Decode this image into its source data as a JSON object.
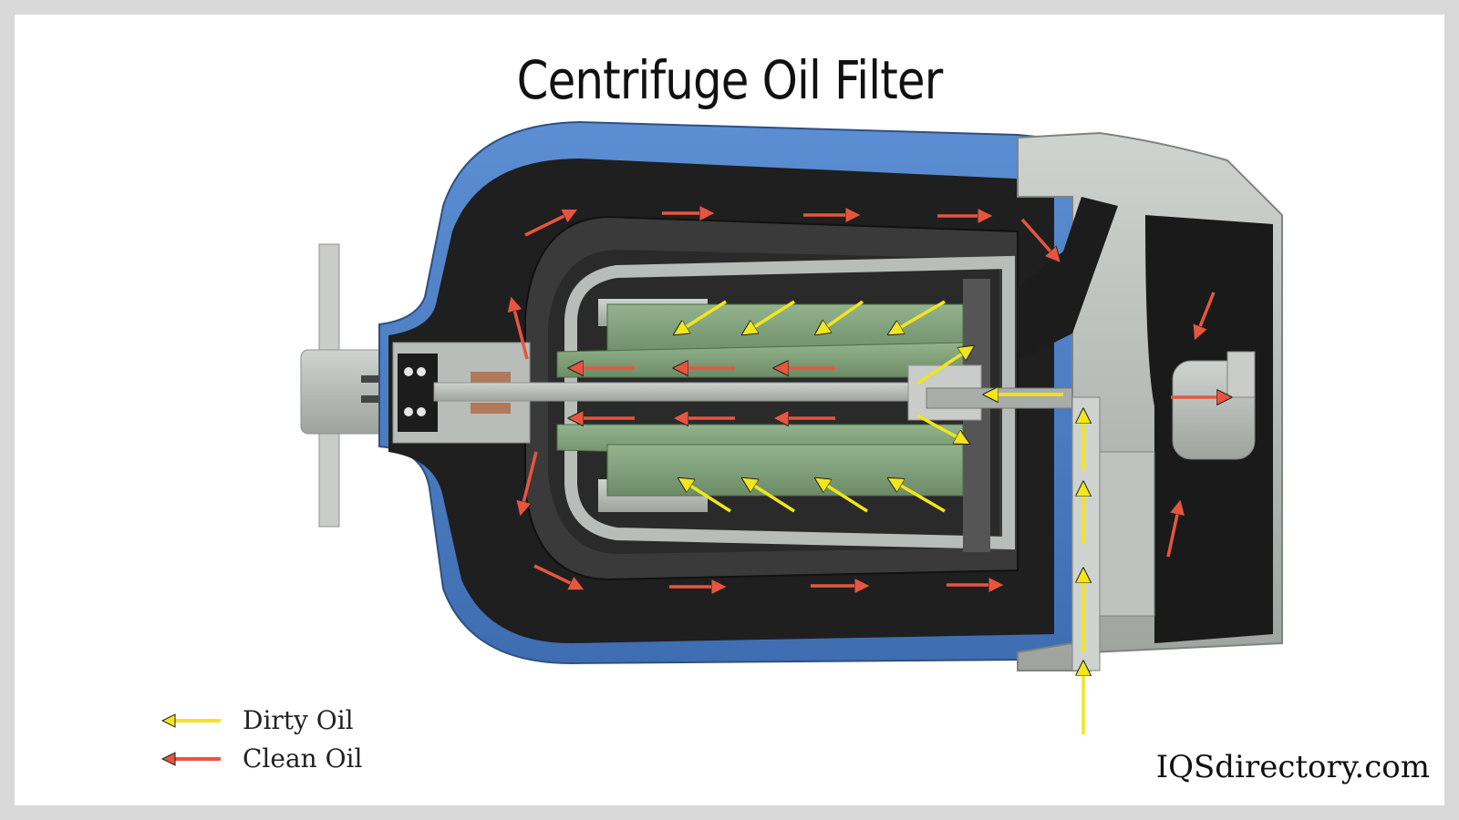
{
  "title": "Centrifuge Oil Filter",
  "legend": [
    {
      "label": "Dirty Oil",
      "color": "#f2e51d"
    },
    {
      "label": "Clean Oil",
      "color": "#e8553f"
    }
  ],
  "watermark": "IQSdirectory.com",
  "colors": {
    "housing_blue": "#4f7fc4",
    "cavity_black": "#222222",
    "metal_gray": "#b9bdb9",
    "filter_green": "#7f9f7a",
    "copper": "#b07a5a"
  }
}
